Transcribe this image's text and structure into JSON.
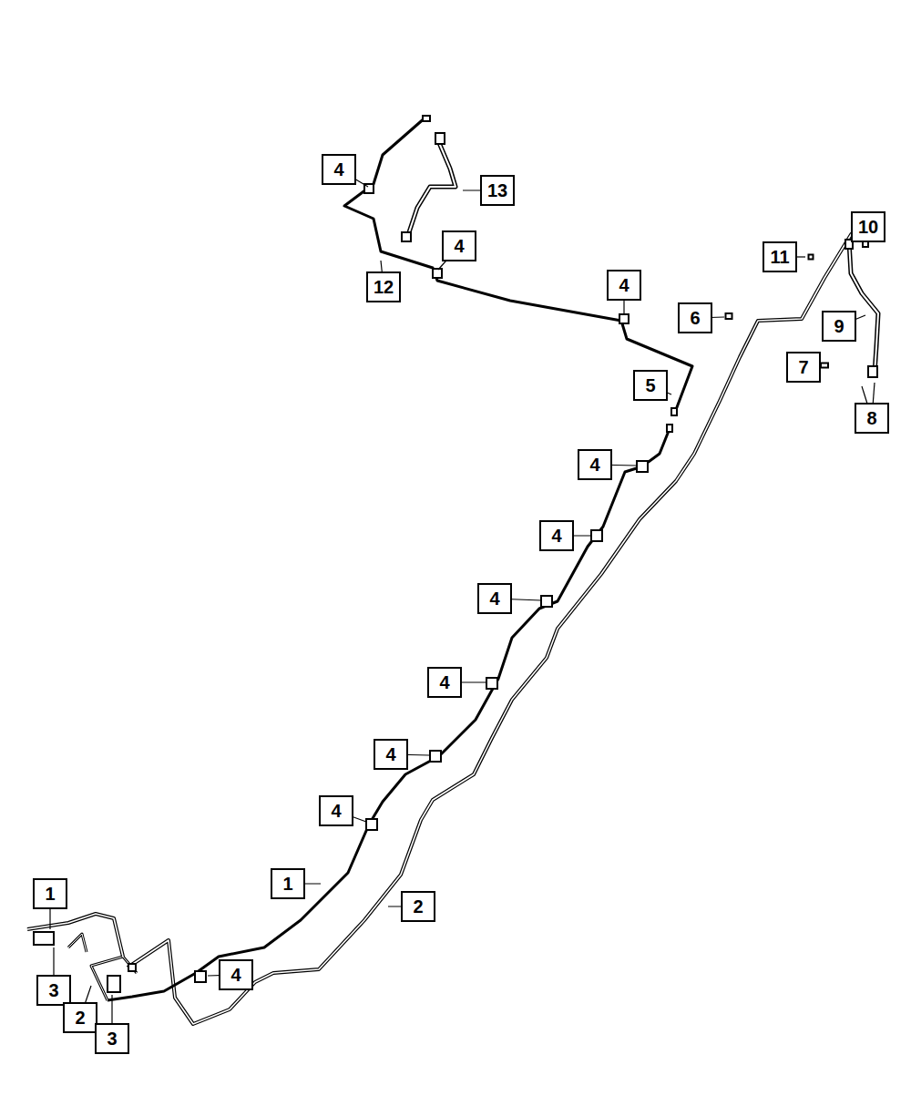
{
  "diagram": {
    "labels": [
      "4",
      "13",
      "4",
      "12",
      "4",
      "10",
      "11",
      "6",
      "9",
      "7",
      "5",
      "8",
      "4",
      "4",
      "4",
      "4",
      "4",
      "4",
      "1",
      "2",
      "1",
      "4",
      "3",
      "2",
      "3"
    ]
  }
}
